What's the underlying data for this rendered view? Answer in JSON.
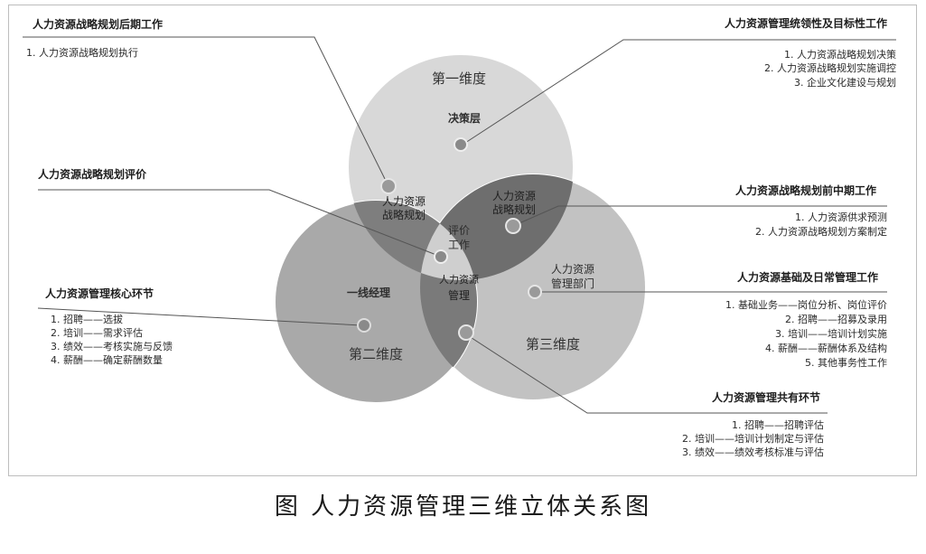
{
  "caption": "图 人力资源管理三维立体关系图",
  "circles": {
    "first": {
      "dimension": "第一维度",
      "layer": "决策层"
    },
    "second": {
      "dimension": "第二维度",
      "layer": "一线经理"
    },
    "third": {
      "dimension": "第三维度",
      "layer_line1": "人力资源",
      "layer_line2": "管理部门"
    }
  },
  "overlaps": {
    "first_second": {
      "line1": "人力资源",
      "line2": "战略规划"
    },
    "first_third": {
      "line1": "人力资源",
      "line2": "战略规划"
    },
    "second_third": {
      "line1": "人力资源",
      "line2": "管理"
    },
    "center": {
      "line1": "评价",
      "line2": "工作"
    }
  },
  "annotations": {
    "top_left": {
      "title": "人力资源战略规划后期工作",
      "items": [
        "1. 人力资源战略规划执行"
      ]
    },
    "top_right": {
      "title": "人力资源管理统领性及目标性工作",
      "items": [
        "1. 人力资源战略规划决策",
        "2. 人力资源战略规划实施调控",
        "3. 企业文化建设与规划"
      ]
    },
    "mid_left": {
      "title": "人力资源战略规划评价",
      "items": []
    },
    "mid_right": {
      "title": "人力资源战略规划前中期工作",
      "items": [
        "1. 人力资源供求预测",
        "2. 人力资源战略规划方案制定"
      ]
    },
    "low_left": {
      "title": "人力资源管理核心环节",
      "items": [
        "1. 招聘——选拔",
        "2. 培训——需求评估",
        "3. 绩效——考核实施与反馈",
        "4. 薪酬——确定薪酬数量"
      ]
    },
    "low_right": {
      "title": "人力资源基础及日常管理工作",
      "items": [
        "1. 基础业务——岗位分析、岗位评价",
        "2. 招聘——招募及录用",
        "3. 培训——培训计划实施",
        "4. 薪酬——薪酬体系及结构",
        "5. 其他事务性工作"
      ]
    },
    "bottom_right": {
      "title": "人力资源管理共有环节",
      "items": [
        "1. 招聘——招聘评估",
        "2. 培训——培训计划制定与评估",
        "3. 绩效——绩效考核标准与评估"
      ]
    }
  }
}
